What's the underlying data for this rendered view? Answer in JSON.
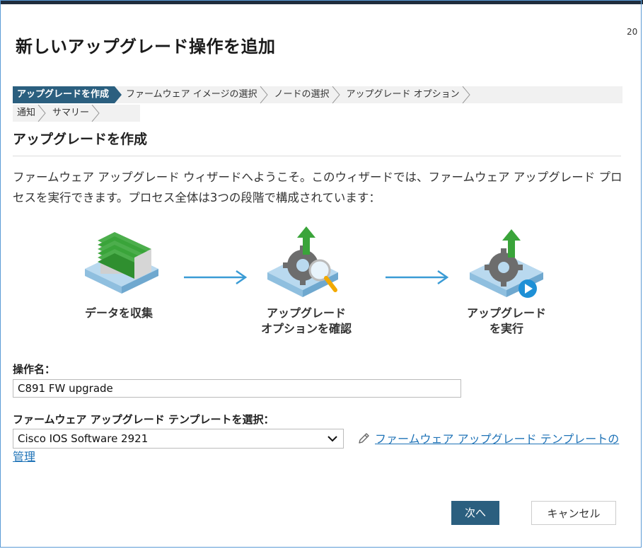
{
  "dialog": {
    "title": "新しいアップグレード操作を追加",
    "corner_text": "20"
  },
  "wizard": {
    "steps_row1": [
      "アップグレードを作成",
      "ファームウェア イメージの選択",
      "ノードの選択",
      "アップグレード オプション"
    ],
    "steps_row2": [
      "通知",
      "サマリー"
    ],
    "active_index": 0
  },
  "section": {
    "title": "アップグレードを作成",
    "intro": "ファームウェア アップグレード ウィザードへようこそ。このウィザードでは、ファームウェア アップグレード プロセスを実行できます。プロセス全体は3つの段階で構成されています："
  },
  "stages": [
    {
      "line1": "データを収集",
      "line2": "",
      "icon": "data-stack-icon"
    },
    {
      "line1": "アップグレード",
      "line2": "オプションを確認",
      "icon": "gear-search-upgrade-icon"
    },
    {
      "line1": "アップグレード",
      "line2": "を実行",
      "icon": "gear-play-upgrade-icon"
    }
  ],
  "form": {
    "operation_name_label": "操作名：",
    "operation_name_value": "C891  FW upgrade",
    "template_label": "ファームウェア アップグレード テンプレートを選択：",
    "template_selected": "Cisco IOS Software 2921",
    "manage_link": "ファームウェア アップグレード テンプレートの管理"
  },
  "buttons": {
    "next": "次へ",
    "cancel": "キャンセル"
  },
  "colors": {
    "accent": "#2b5f7f",
    "link": "#1f73b7",
    "arrow": "#3a9bd5",
    "green": "#3aa43a"
  }
}
